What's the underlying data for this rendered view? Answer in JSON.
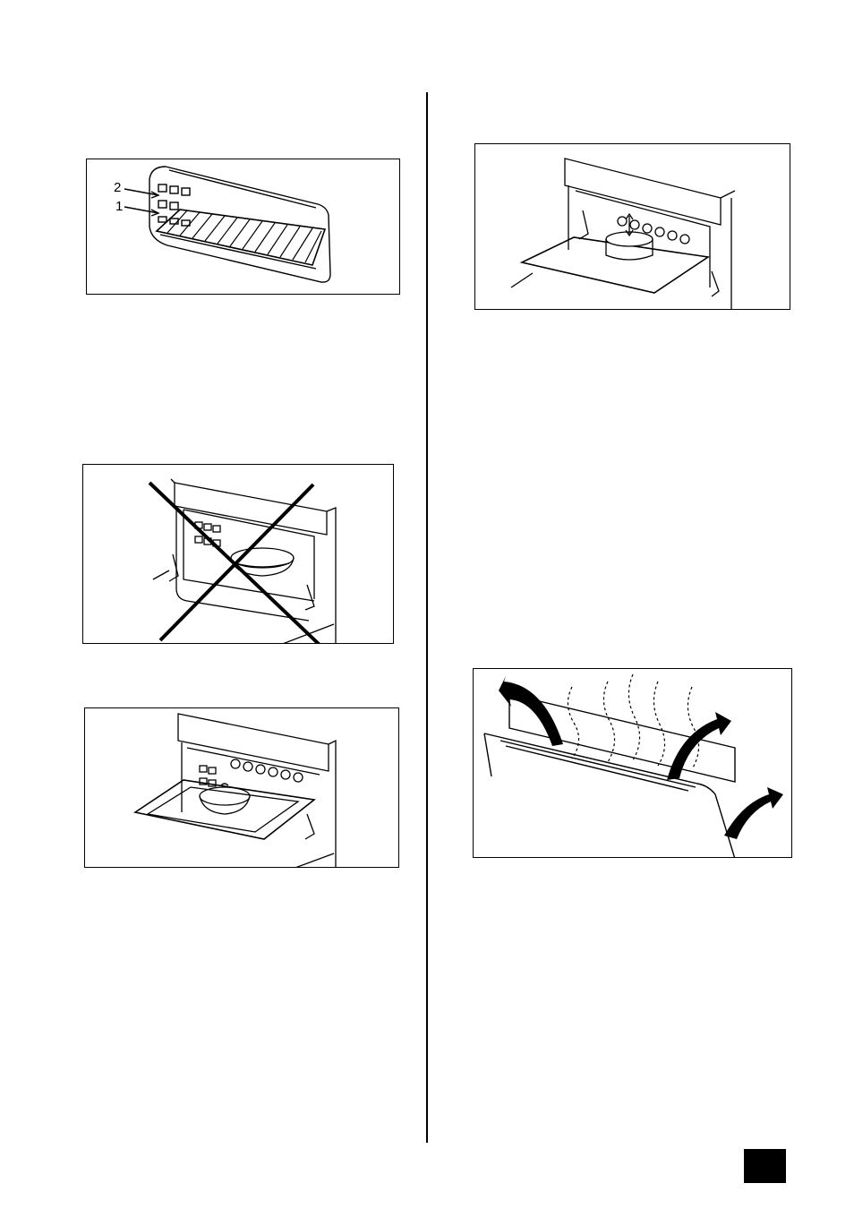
{
  "figure_1": {
    "shelf_labels": [
      "2",
      "1"
    ]
  },
  "figure_2": {
    "marker": "incorrect"
  },
  "page_number": ""
}
